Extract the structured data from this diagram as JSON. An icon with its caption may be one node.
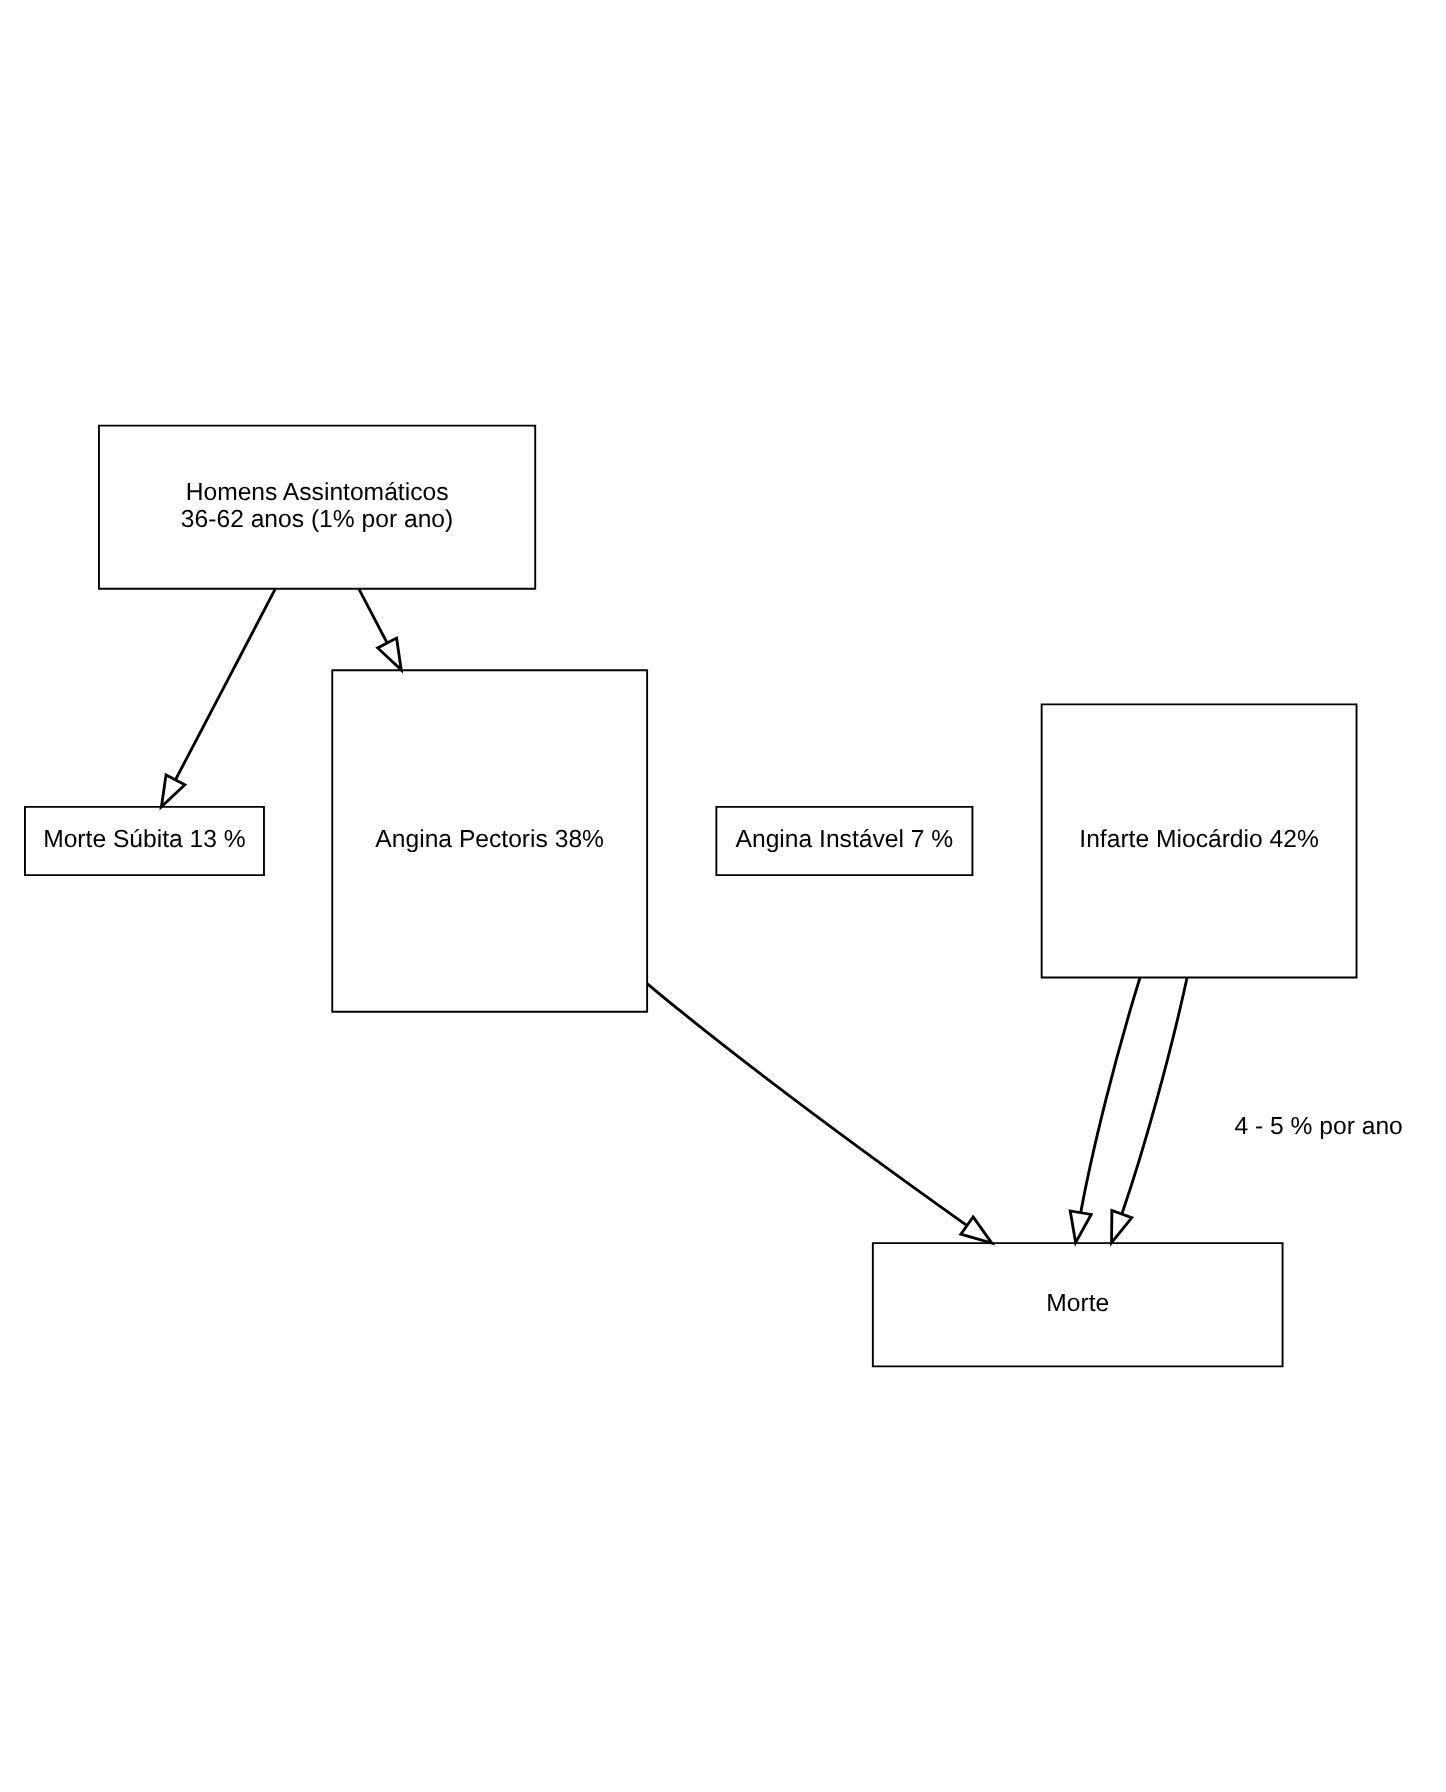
{
  "diagram": {
    "nodes": [
      {
        "text": [
          "Homens Assintomáticos",
          "36-62 anos (1% por ano)"
        ]
      },
      {
        "text": [
          "Morte Súbita 13 %"
        ]
      },
      {
        "text": [
          "Angina Pectoris 38%"
        ]
      },
      {
        "text": [
          "Angina Instável 7 %"
        ]
      },
      {
        "text": [
          "Infarte Miocárdio 42%"
        ]
      },
      {
        "text": [
          "Morte"
        ]
      }
    ],
    "edges": [
      {
        "from": 0,
        "to": 1,
        "arrow": "to"
      },
      {
        "from": 0,
        "to": 2,
        "arrow": "to"
      },
      {
        "from": 2,
        "to": 5,
        "arrow": "to"
      },
      {
        "from": 4,
        "to": 5,
        "arrow": "to"
      },
      {
        "from": 4,
        "to": 5,
        "arrow": "to"
      }
    ],
    "labels": [
      "4 - 5 % por ano"
    ]
  }
}
